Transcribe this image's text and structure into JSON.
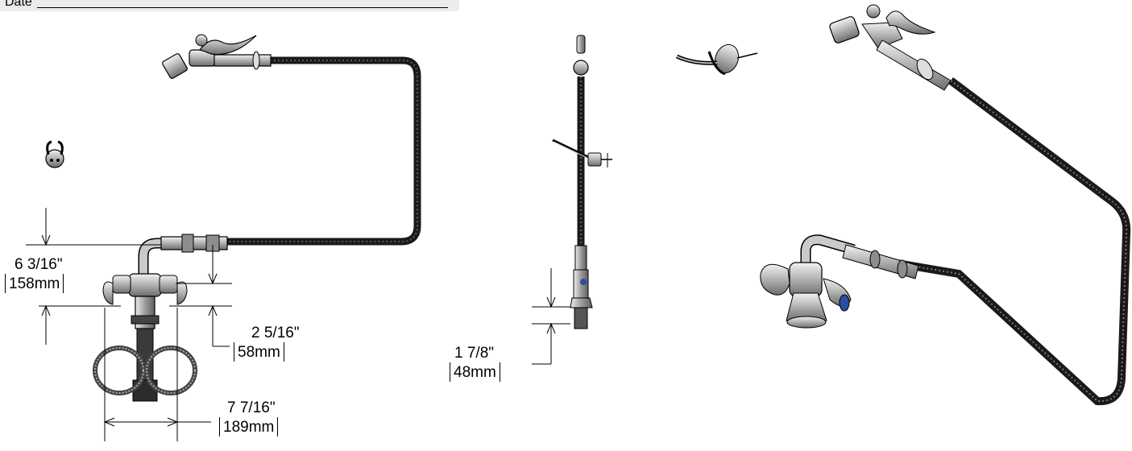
{
  "header": {
    "date_label": "Date"
  },
  "dimensions": [
    {
      "id": "height",
      "imperial": "6 3/16\"",
      "metric": "158mm"
    },
    {
      "id": "handle-height",
      "imperial": "2 5/16\"",
      "metric": "58mm"
    },
    {
      "id": "spread",
      "imperial": "7 7/16\"",
      "metric": "189mm"
    },
    {
      "id": "side-base-height",
      "imperial": "1 7/8\"",
      "metric": "48mm"
    }
  ],
  "colors": {
    "line": "#000000",
    "hose": "#1a1a1a",
    "metal": "#b9b9b9",
    "header_bg": "#ececec"
  }
}
